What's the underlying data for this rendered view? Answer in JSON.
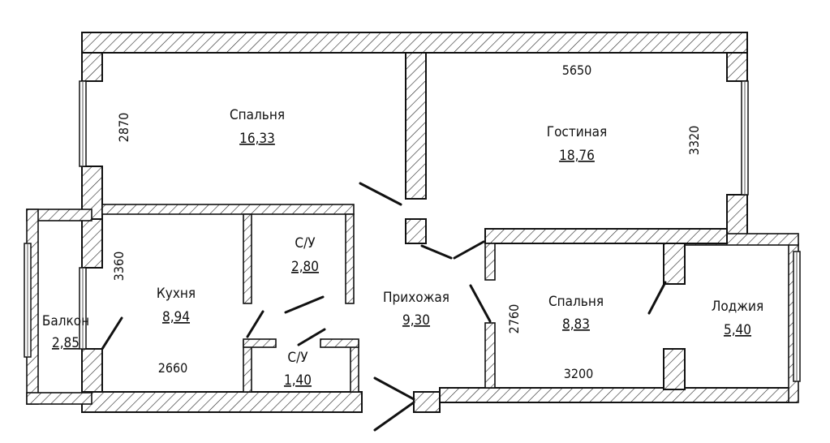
{
  "rooms": {
    "bedroom1": {
      "name": "Спальня",
      "area": "16,33"
    },
    "living": {
      "name": "Гостиная",
      "area": "18,76"
    },
    "kitchen": {
      "name": "Кухня",
      "area": "8,94"
    },
    "bath1": {
      "name": "С/У",
      "area": "2,80"
    },
    "bath2": {
      "name": "С/У",
      "area": "1,40"
    },
    "hall": {
      "name": "Прихожая",
      "area": "9,30"
    },
    "bedroom2": {
      "name": "Спальня",
      "area": "8,83"
    },
    "loggia": {
      "name": "Лоджия",
      "area": "5,40"
    },
    "balcony": {
      "name": "Балкон",
      "area": "2,85"
    }
  },
  "dimensions": {
    "living_width": "5650",
    "living_depth": "3320",
    "bedroom1_depth": "2870",
    "kitchen_depth": "3360",
    "kitchen_width": "2660",
    "bedroom2_depth": "2760",
    "bedroom2_width": "3200"
  }
}
